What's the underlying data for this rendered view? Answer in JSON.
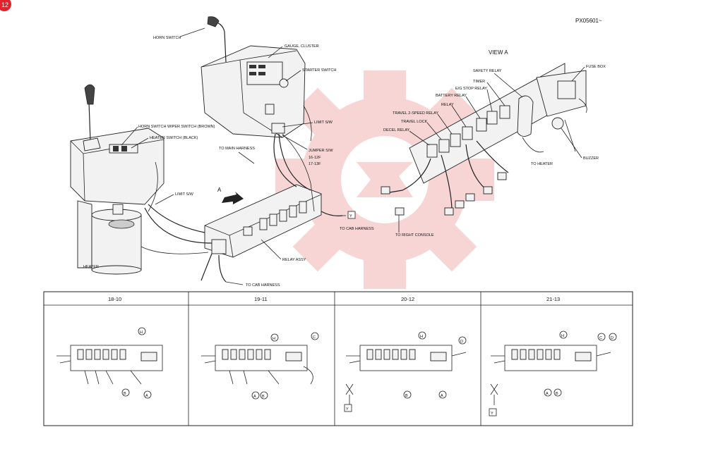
{
  "page_badge": "12",
  "doc_code": "PX05601~",
  "view_title": "VIEW A",
  "view_a_marker": "A",
  "labels": {
    "horn_switch": "HORN SWITCH",
    "gauge_cluster": "GAUGE, CLUSTER",
    "starter_switch": "STARTER SWITCH",
    "horn_wiper_switch": "HORN SWITCH  WIPER SWITCH (BROWN)",
    "heater_switch": "HEATER SWITCH (BLACK)",
    "limit_sw_left": "LIMIT S/W",
    "limit_sw_right": "LIMIT S/W",
    "to_main_harness": "TO MAIN HARNESS",
    "jumper_sw": "JUMPER S/W",
    "jumper_1": "16-12F",
    "jumper_2": "17-13F",
    "to_cab_harness_1": "TO CAB HARNESS",
    "to_cab_harness_2": "TO CAB HARNESS",
    "relay_assy": "RELAY ASSY",
    "heater": "HEATER",
    "connector_y": "Y",
    "safety_relay": "SAFETY RELAY",
    "fuse_box": "FUSE BOX",
    "timer": "TIMER",
    "eg_stop_relay": "E/G STOP RELAY",
    "battery_relay": "BATTERY RELAY",
    "relay": "RELAY",
    "travel_2speed": "TRAVEL 2-SPEED RELAY",
    "travel_lock": "TRAVEL LOCK",
    "decel_relay": "DECEL RELAY",
    "to_heater": "TO HEATER",
    "buzzer": "BUZZER",
    "to_right_console": "TO RIGHT CONSOLE"
  },
  "table": {
    "headers": [
      "18-10",
      "19-11",
      "20-12",
      "21-13"
    ],
    "panels": [
      {
        "callouts": [
          "H",
          "B",
          "A"
        ],
        "has_y": false
      },
      {
        "callouts": [
          "H",
          "C",
          "A",
          "B"
        ],
        "has_y": false
      },
      {
        "callouts": [
          "H",
          "D",
          "B",
          "A",
          "Y"
        ],
        "has_y": true
      },
      {
        "callouts": [
          "H",
          "C",
          "D",
          "A",
          "B",
          "Y"
        ],
        "has_y": true
      }
    ]
  },
  "colors": {
    "badge": "#e0242c",
    "watermark": "#f4c6c6"
  }
}
